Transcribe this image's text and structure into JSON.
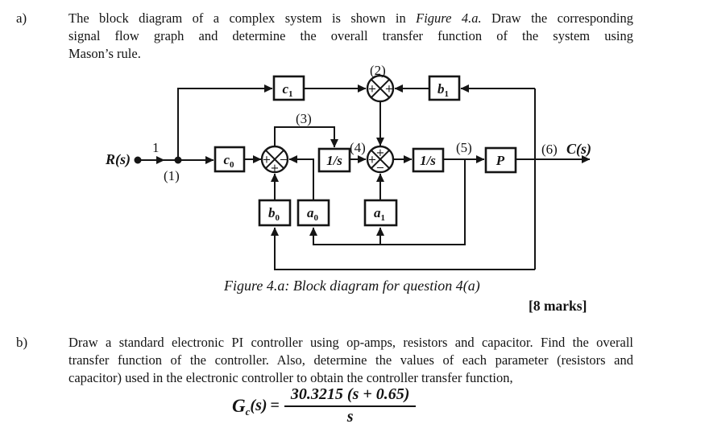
{
  "section_a": {
    "label": "a)",
    "line1_pre": "The block diagram of a complex system is shown in ",
    "line1_em": "Figure 4.a.",
    "line1_post": " Draw the corresponding",
    "line2": "signal flow graph and determine the overall transfer function of the system using",
    "line3": "Mason’s rule."
  },
  "figure": {
    "caption": "Figure 4.a: Block diagram for question 4(a)",
    "marks": "[8 marks]",
    "source_label": "R(s)",
    "input_gain": "1",
    "output_label": "C(s)",
    "node1": "(1)",
    "node2": "(2)",
    "node3": "(3)",
    "node4": "(4)",
    "node5": "(5)",
    "node6": "(6)",
    "blocks": {
      "c1": {
        "base": "c",
        "sub": "1"
      },
      "c0": {
        "base": "c",
        "sub": "0"
      },
      "b1": {
        "base": "b",
        "sub": "1"
      },
      "b0": {
        "base": "b",
        "sub": "0"
      },
      "a0": {
        "base": "a",
        "sub": "0"
      },
      "a1": {
        "base": "a",
        "sub": "1"
      },
      "integrator1": "1/s",
      "integrator2": "1/s",
      "plant": "P"
    },
    "signs": {
      "j1_left": "+",
      "j1_right": "−",
      "j1_bottom": "+",
      "j2_left": "+",
      "j2_right": "+",
      "j4_top": "+",
      "j4_left": "+",
      "j4_bottom": "−"
    }
  },
  "section_b": {
    "label": "b)",
    "line1": "Draw a standard electronic PI controller using op-amps, resistors and capacitor. Find the overall",
    "line2": "transfer function of the controller. Also, determine the values of each parameter (resistors and",
    "line3": "capacitor) used in the electronic controller to obtain the controller transfer function,",
    "formula": {
      "func": "G",
      "func_sub": "c",
      "func_arg": "(s)",
      "equals": "=",
      "numerator": "30.3215 (s + 0.65)",
      "denominator": "s"
    }
  }
}
